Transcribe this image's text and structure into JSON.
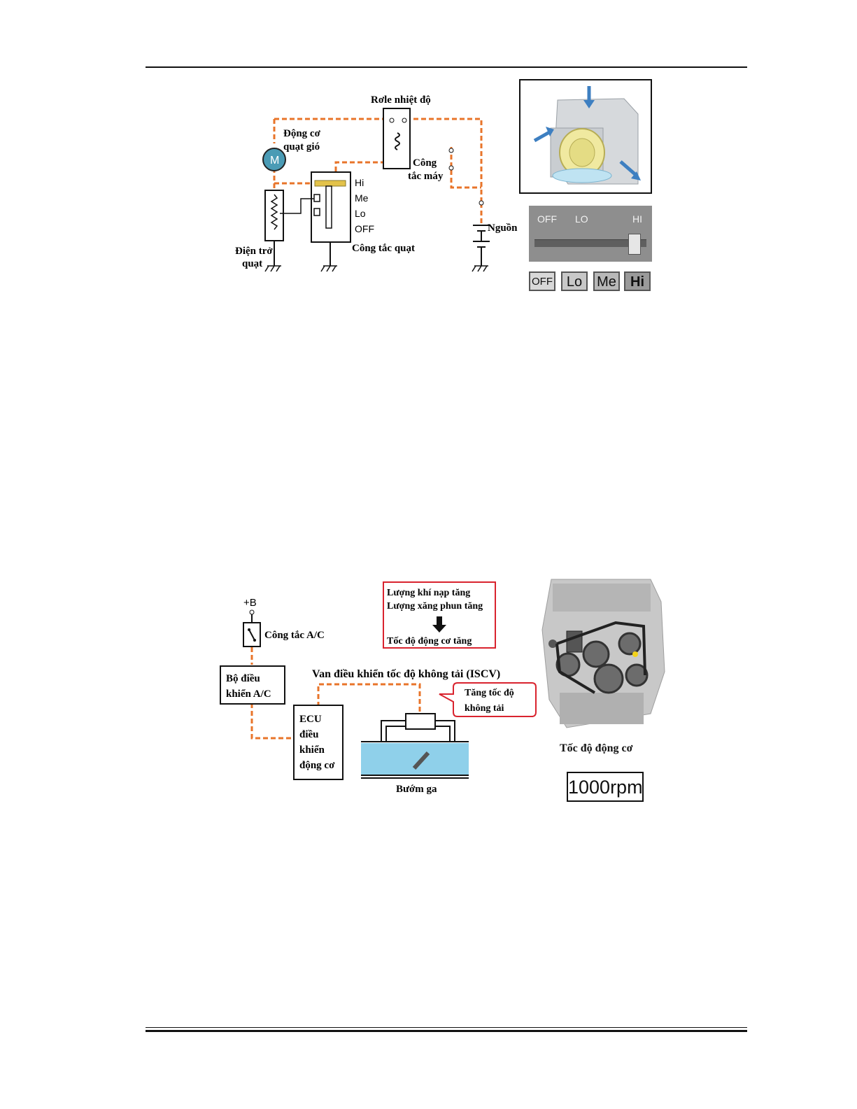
{
  "figure1": {
    "relay_label": "Rơle nhiệt độ",
    "motor_label_1": "Động cơ",
    "motor_label_2": "quạt gió",
    "motor_symbol": "M",
    "ignition_label_1": "Công",
    "ignition_label_2": "tắc máy",
    "speeds": [
      "Hi",
      "Me",
      "Lo",
      "OFF"
    ],
    "fan_switch_label": "Công tắc quạt",
    "power_label": "Nguồn",
    "resistor_label_1": "Điện trở",
    "resistor_label_2": "quạt",
    "slider_labels": [
      "OFF",
      "LO",
      "HI"
    ],
    "slider_level": 1.0,
    "panel_buttons": [
      "OFF",
      "Lo",
      "Me",
      "Hi"
    ],
    "active_button": "Hi"
  },
  "figure2": {
    "supply_label": "+B",
    "ac_switch_label": "Công tắc A/C",
    "ac_controller_label_1": "Bộ điều",
    "ac_controller_label_2": "khiển A/C",
    "ecu_label": [
      "ECU",
      "điều",
      "khiển",
      "động cơ"
    ],
    "iscv_label": "Van điều khiển tốc độ không tải (ISCV)",
    "info_line_1": "Lượng khí nạp tăng",
    "info_line_2": "Lượng xăng phun tăng",
    "info_line_3": "Tốc độ động cơ tăng",
    "callout_line_1": "Tăng tốc độ",
    "callout_line_2": "không tải",
    "throttle_label": "Bướm ga",
    "engine_speed_label": "Tốc độ động cơ",
    "engine_speed_value": "1000rpm"
  },
  "colors": {
    "wire": "#e8742a",
    "motor": "#4a9bb5",
    "callout_border": "#d9232e",
    "water": "#8fd0ea",
    "blower": "#f0e9a0"
  }
}
